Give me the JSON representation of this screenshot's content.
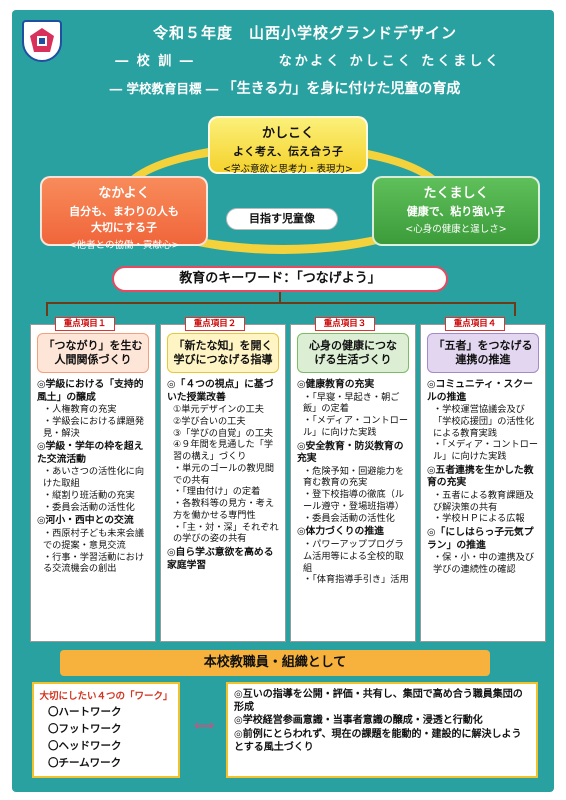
{
  "header": {
    "title": "令和５年度　山西小学校グランドデザイン",
    "motto_label": "― 校 訓 ―",
    "motto_text": "なかよく かしこく たくましく",
    "goal_label": "― 学校教育目標 ― ",
    "goal_text": "「生きる力」を身に付けた児童の育成"
  },
  "virtues": {
    "kashikoku": {
      "title": "かしこく",
      "sub": "よく考え、伝え合う子",
      "tag": "<学ぶ意欲と思考力・表現力>"
    },
    "nakayoku": {
      "title": "なかよく",
      "sub": "自分も、まわりの人も\n大切にする子",
      "tag": "<他者との協働・貢献心>"
    },
    "takumashiku": {
      "title": "たくましく",
      "sub": "健康で、粘り強い子",
      "tag": "<心身の健康と逞しさ>"
    },
    "center": "目指す児童像"
  },
  "keyword": "教育のキーワード：「つなげよう」",
  "columns": [
    {
      "tag": "重点項目１",
      "head": "「つながり」を生む\n人間関係づくり",
      "items": [
        {
          "t": "m",
          "v": "◎学級における「支持的風土」の醸成"
        },
        {
          "t": "s",
          "v": "・人権教育の充実"
        },
        {
          "t": "s",
          "v": "・学級会における課題発見・解決"
        },
        {
          "t": "m",
          "v": "◎学級・学年の枠を超えた交流活動"
        },
        {
          "t": "s",
          "v": "・あいさつの活性化に向けた取組"
        },
        {
          "t": "s",
          "v": "・縦割り班活動の充実"
        },
        {
          "t": "s",
          "v": "・委員会活動の活性化"
        },
        {
          "t": "m",
          "v": "◎河小・西中との交流"
        },
        {
          "t": "s",
          "v": "・西原村子ども未来会議での提案・意見交流"
        },
        {
          "t": "s",
          "v": "・行事・学習活動における交流機会の創出"
        }
      ]
    },
    {
      "tag": "重点項目２",
      "head": "「新たな知」を開く\n学びにつなげる指導",
      "items": [
        {
          "t": "m",
          "v": "◎「４つの視点」に基づいた授業改善"
        },
        {
          "t": "s",
          "v": "①単元デザインの工夫"
        },
        {
          "t": "s",
          "v": "②学び合いの工夫"
        },
        {
          "t": "s",
          "v": "③「学びの自覚」の工夫"
        },
        {
          "t": "s",
          "v": "④９年間を見通した「学習の構え」づくり"
        },
        {
          "t": "s",
          "v": "・単元のゴールの教児間での共有"
        },
        {
          "t": "s",
          "v": "・「理由付け」の定着"
        },
        {
          "t": "s",
          "v": "・各教科等の見方・考え方を働かせる専門性"
        },
        {
          "t": "s",
          "v": "・「主・対・深」それぞれの学びの姿の共有"
        },
        {
          "t": "m",
          "v": "◎自ら学ぶ意欲を高める家庭学習"
        }
      ]
    },
    {
      "tag": "重点項目３",
      "head": "心身の健康につな\nげる生活づくり",
      "items": [
        {
          "t": "m",
          "v": "◎健康教育の充実"
        },
        {
          "t": "s",
          "v": "・「早寝・早起き・朝ご飯」の定着"
        },
        {
          "t": "s",
          "v": "・「メディア・コントロール」に向けた実践"
        },
        {
          "t": "m",
          "v": "◎安全教育・防災教育の充実"
        },
        {
          "t": "s",
          "v": "・危険予知・回避能力を育む教育の充実"
        },
        {
          "t": "s",
          "v": "・登下校指導の徹底（ルール遵守・登場班指導）"
        },
        {
          "t": "s",
          "v": "・委員会活動の活性化"
        },
        {
          "t": "m",
          "v": "◎体力づくりの推進"
        },
        {
          "t": "s",
          "v": "・パワーアッププログラム活用等による全校的取組"
        },
        {
          "t": "s",
          "v": "・「体育指導手引き」活用"
        }
      ]
    },
    {
      "tag": "重点項目４",
      "head": "「五者」をつなげる\n連携の推進",
      "items": [
        {
          "t": "m",
          "v": "◎コミュニティ・スクールの推進"
        },
        {
          "t": "s",
          "v": "・学校運営協議会及び「学校応援団」の活性化による教育実践"
        },
        {
          "t": "s",
          "v": "・「メディア・コントロール」に向けた実践"
        },
        {
          "t": "m",
          "v": "◎五者連携を生かした教育の充実"
        },
        {
          "t": "s",
          "v": "・五者による教育課題及び解決策の共有"
        },
        {
          "t": "s",
          "v": "・学校ＨＰによる広報"
        },
        {
          "t": "m",
          "v": "◎「にしはらっ子元気プラン」の推進"
        },
        {
          "t": "s",
          "v": "・保・小・中の連携及び学びの連続性の確認"
        }
      ]
    }
  ],
  "staff": {
    "title": "本校教職員・組織として",
    "works_title": "大切にしたい４つの「ワーク」",
    "works": [
      "〇ハートワーク",
      "〇フットワーク",
      "〇ヘッドワーク",
      "〇チームワーク"
    ],
    "policies": [
      "◎互いの指導を公開・評価・共有し、集団で高め合う職員集団の形成",
      "◎学校経営参画意識・当事者意識の醸成・浸透と行動化",
      "◎前例にとらわれず、現在の課題を能動的・建設的に解決しようとする風土づくり"
    ]
  },
  "colors": {
    "frame": "#2aa1a1",
    "ring": "#f4d23c",
    "accent": "#e84860"
  },
  "icons": {
    "logo": "school-emblem-icon",
    "arrow": "double-arrow-icon"
  }
}
